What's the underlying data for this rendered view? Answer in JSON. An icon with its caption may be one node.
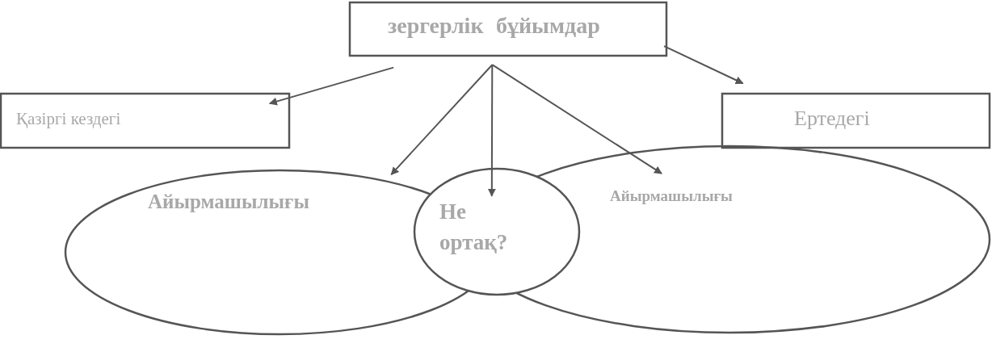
{
  "diagram": {
    "nodes": [
      {
        "text": [
          "зергерлік бұйымдар"
        ]
      },
      {
        "text": [
          "Қазіргі кездегі"
        ]
      },
      {
        "text": [
          "Ертедегі"
        ]
      },
      {
        "text": [
          "Айырмашылығы"
        ]
      },
      {
        "text": [
          "Айырмашылығы"
        ]
      },
      {
        "text": [
          "Не ортақ?"
        ]
      }
    ],
    "edges": [
      {
        "from": 0,
        "to": 1,
        "arrow": "to"
      },
      {
        "from": 0,
        "to": 2,
        "arrow": "to"
      },
      {
        "from": 0,
        "to": 3,
        "arrow": "to"
      },
      {
        "from": 0,
        "to": 5,
        "arrow": "to"
      },
      {
        "from": 0,
        "to": 4,
        "arrow": "to"
      }
    ]
  }
}
